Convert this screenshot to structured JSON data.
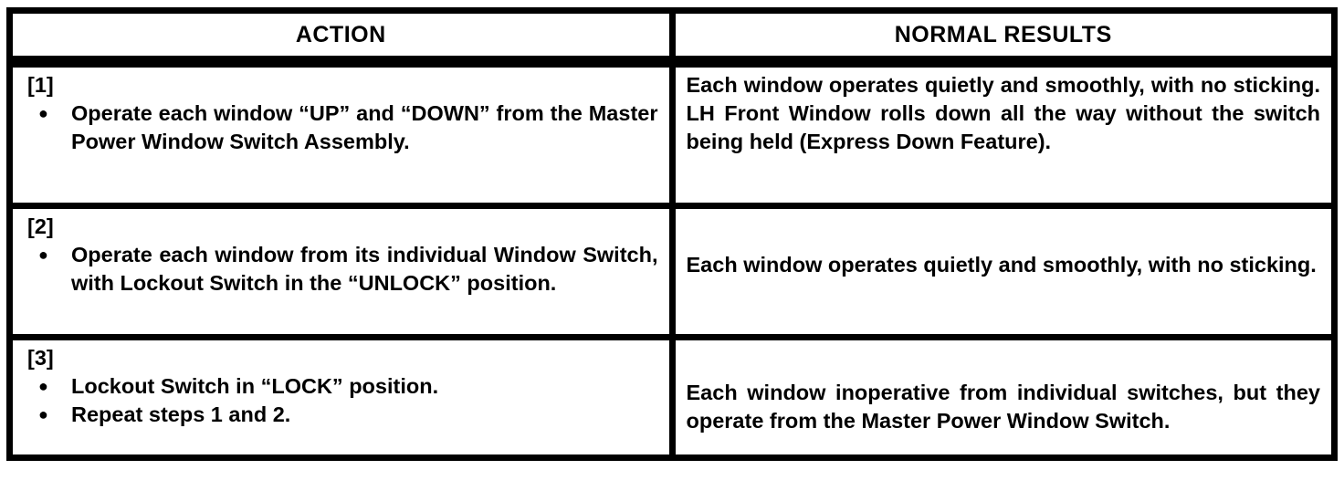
{
  "colors": {
    "ink": "#000000",
    "paper": "#ffffff"
  },
  "glyphs": {
    "bullet": "●"
  },
  "table": {
    "headers": [
      {
        "label": "ACTION"
      },
      {
        "label": "NORMAL RESULTS"
      }
    ],
    "rows": [
      {
        "step": "[1]",
        "actions": [
          "Operate each window “UP” and “DOWN” from the Master Power Window Switch Assembly."
        ],
        "result": "Each window operates quietly and smoothly, with no sticking.  LH Front Window rolls down all the way without the switch being held (Express Down Feature)."
      },
      {
        "step": "[2]",
        "actions": [
          "Operate each window from its individual Window Switch, with Lockout Switch in the “UNLOCK” position."
        ],
        "result": "Each window operates quietly and smoothly, with no sticking."
      },
      {
        "step": "[3]",
        "actions": [
          "Lockout Switch in “LOCK” position.",
          "Repeat steps 1 and 2."
        ],
        "result": "Each window inoperative from individual switches, but they operate from the Master Power Window Switch."
      }
    ]
  }
}
